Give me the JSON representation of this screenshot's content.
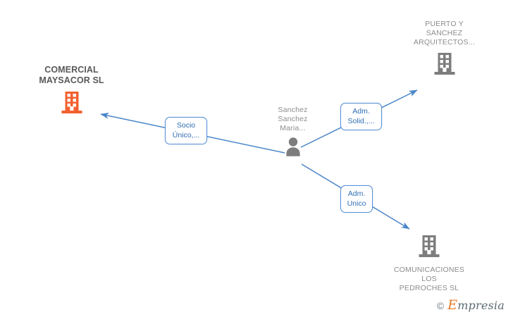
{
  "graph": {
    "background_color": "#ffffff",
    "edge_color": "#4a86c8",
    "nodes": [
      {
        "id": "comercial-maysacor",
        "label": "COMERCIAL\nMAYSACOR SL",
        "icon": "building-icon",
        "icon_color": "#f4602f",
        "type": "company",
        "emphasis": "primary"
      },
      {
        "id": "puerto-sanchez",
        "label": "PUERTO Y\nSANCHEZ\nARQUITECTOS...",
        "icon": "building-icon",
        "icon_color": "#7d7d7d",
        "type": "company",
        "emphasis": "normal"
      },
      {
        "id": "comunicaciones-pedroches",
        "label": "COMUNICACIONES\nLOS\nPEDROCHES SL",
        "icon": "building-icon",
        "icon_color": "#7d7d7d",
        "type": "company",
        "emphasis": "normal"
      },
      {
        "id": "person-sanchez",
        "label": "Sanchez\nSanchez\nMaria...",
        "icon": "person-icon",
        "icon_color": "#7d7d7d",
        "type": "person",
        "emphasis": "normal"
      }
    ],
    "edges": [
      {
        "id": "socio-unico",
        "from": "person-sanchez",
        "to": "comercial-maysacor",
        "label": "Socio\nÚnico,...",
        "label_color": "#2f6db5"
      },
      {
        "id": "adm-solid",
        "from": "person-sanchez",
        "to": "puerto-sanchez",
        "label": "Adm.\nSolid.,...",
        "label_color": "#2f6db5"
      },
      {
        "id": "adm-unico",
        "from": "person-sanchez",
        "to": "comunicaciones-pedroches",
        "label": "Adm.\nUnico",
        "label_color": "#2f6db5"
      }
    ]
  },
  "watermark": {
    "copyright": "©",
    "brand_initial": "E",
    "brand_rest": "mpresia",
    "accent_color": "#e8792a"
  }
}
